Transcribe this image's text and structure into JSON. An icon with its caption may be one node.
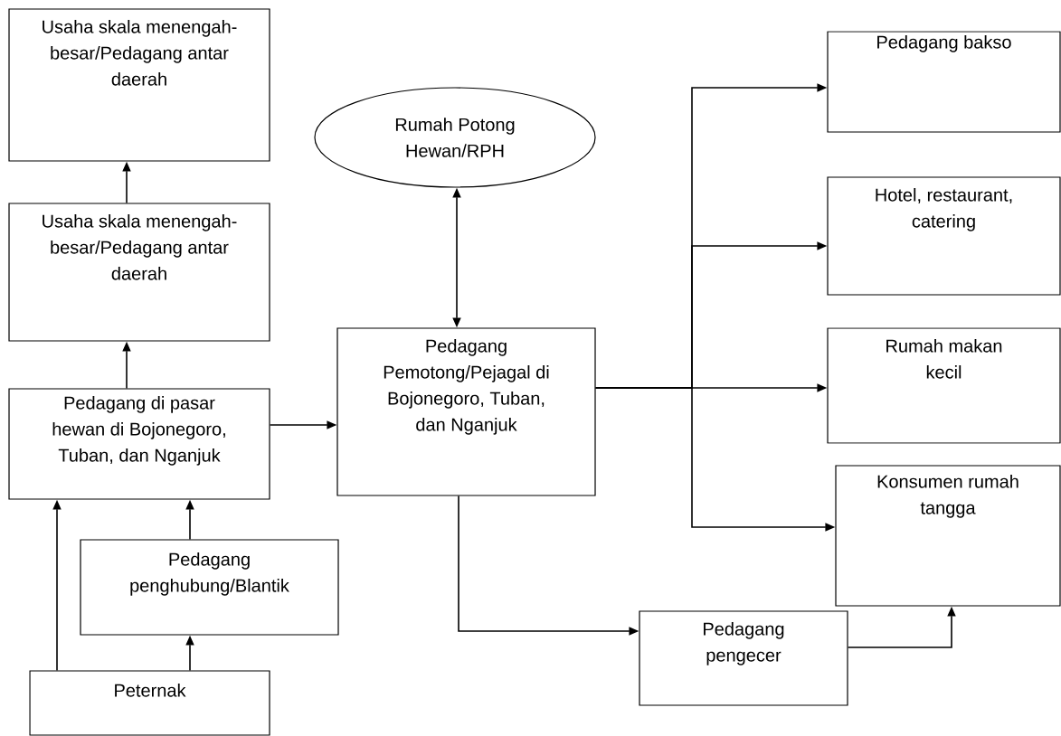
{
  "diagram": {
    "nodes": [
      {
        "text": [
          "Usaha skala menengah-besar/Pedagang antar daerah"
        ]
      },
      {
        "text": [
          "Usaha skala menengah-besar/Pedagang antar daerah"
        ]
      },
      {
        "text": [
          "Pedagang di pasar hewan di Bojonegoro, Tuban, dan Nganjuk"
        ]
      },
      {
        "text": [
          "Pedagang penghubung/Blantik"
        ]
      },
      {
        "text": [
          "Peternak"
        ]
      },
      {
        "text": [
          "Rumah Potong Hewan/RPH"
        ]
      },
      {
        "text": [
          "Pedagang Pemotong/Pejagal di Bojonegoro, Tuban, dan Nganjuk"
        ]
      },
      {
        "text": [
          "Pedagang bakso"
        ]
      },
      {
        "text": [
          "Hotel, restaurant, catering"
        ]
      },
      {
        "text": [
          "Rumah makan kecil"
        ]
      },
      {
        "text": [
          "Konsumen rumah tangga"
        ]
      },
      {
        "text": [
          "Pedagang pengecer"
        ]
      }
    ],
    "edges": [
      {
        "from": 1,
        "to": 0,
        "arrow": "to"
      },
      {
        "from": 2,
        "to": 1,
        "arrow": "to"
      },
      {
        "from": 4,
        "to": 2,
        "arrow": "to"
      },
      {
        "from": 3,
        "to": 2,
        "arrow": "to"
      },
      {
        "from": 4,
        "to": 3,
        "arrow": "to"
      },
      {
        "from": 2,
        "to": 6,
        "arrow": "to"
      },
      {
        "from": 6,
        "to": 5,
        "arrow": "both"
      },
      {
        "from": 6,
        "to": 7,
        "arrow": "to"
      },
      {
        "from": 6,
        "to": 8,
        "arrow": "to"
      },
      {
        "from": 6,
        "to": 9,
        "arrow": "to"
      },
      {
        "from": 6,
        "to": 10,
        "arrow": "to"
      },
      {
        "from": 6,
        "to": 11,
        "arrow": "to"
      },
      {
        "from": 11,
        "to": 10,
        "arrow": "to"
      }
    ]
  }
}
